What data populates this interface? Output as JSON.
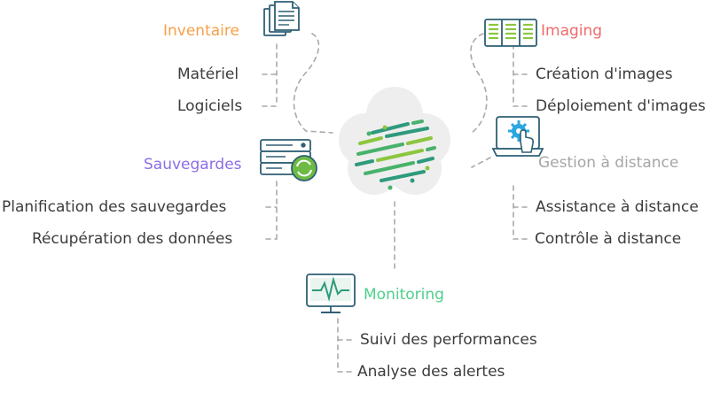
{
  "center": {
    "icon": "data-cloud-icon"
  },
  "branches": {
    "inventaire": {
      "title": "Inventaire",
      "color": "#f5a04a",
      "icon": "documents-icon",
      "items": [
        "Matériel",
        "Logiciels"
      ]
    },
    "imaging": {
      "title": "Imaging",
      "color": "#ef6b6b",
      "icon": "servers-icon",
      "items": [
        "Création d'images",
        "Déploiement d'images"
      ]
    },
    "sauvegardes": {
      "title": "Sauvegardes",
      "color": "#8b6ee8",
      "icon": "backup-server-icon",
      "items": [
        "Planification des sauvegardes",
        "Récupération des données"
      ]
    },
    "gestion": {
      "title": "Gestion à distance",
      "color": "#a6a6a6",
      "icon": "remote-settings-icon",
      "items": [
        "Assistance à distance",
        "Contrôle à distance"
      ]
    },
    "monitoring": {
      "title": "Monitoring",
      "color": "#4fcf8c",
      "icon": "heartbeat-monitor-icon",
      "items": [
        "Suivi des performances",
        "Analyse des alertes"
      ]
    }
  }
}
